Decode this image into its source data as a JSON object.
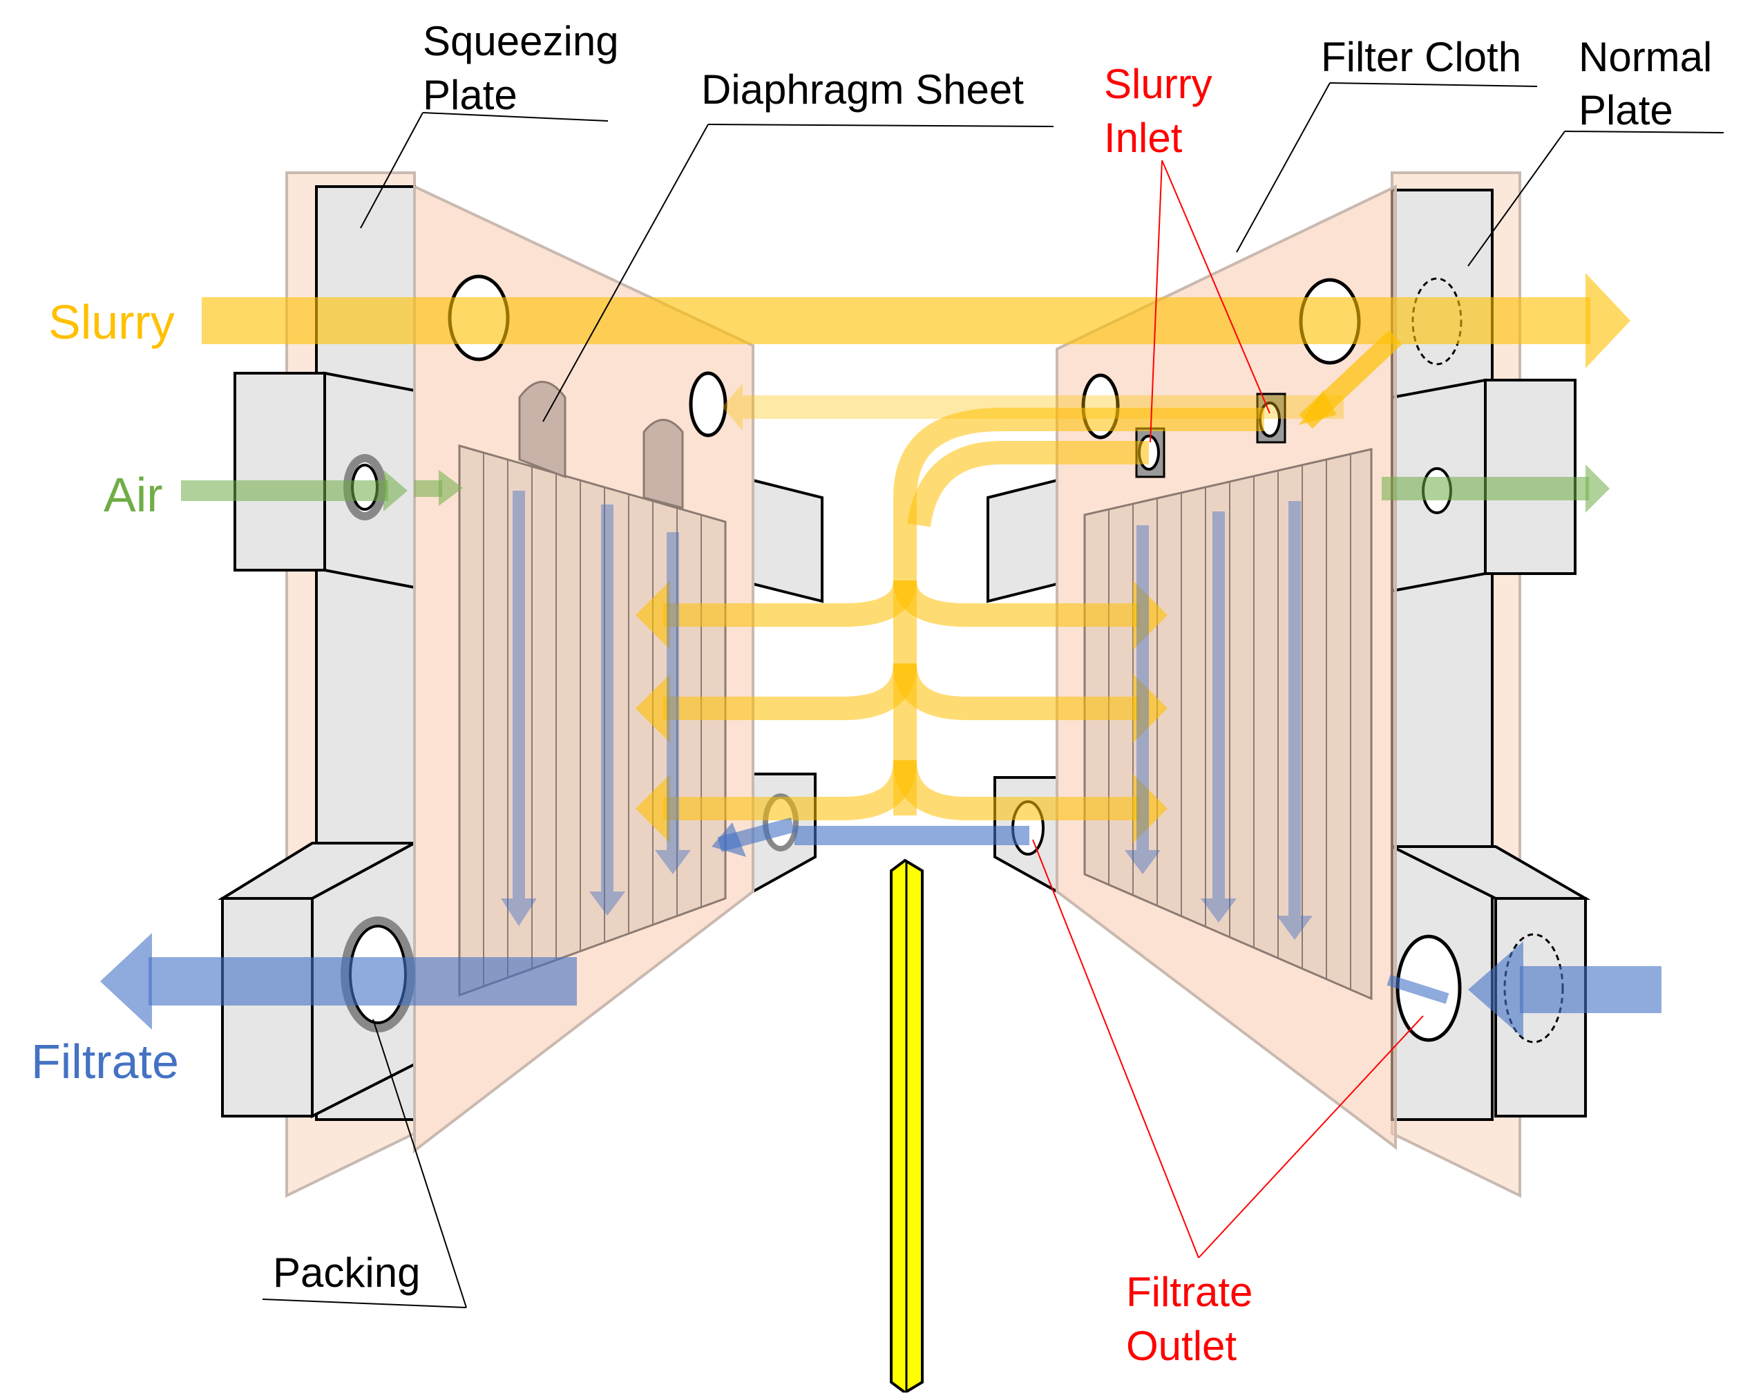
{
  "labels": {
    "squeezing_plate": [
      "Squeezing",
      "Plate"
    ],
    "diaphragm_sheet": "Diaphragm Sheet",
    "slurry_inlet": [
      "Slurry",
      "Inlet"
    ],
    "filter_cloth": "Filter Cloth",
    "normal_plate": [
      "Normal",
      "Plate"
    ],
    "slurry": "Slurry",
    "air": "Air",
    "filtrate": "Filtrate",
    "packing": "Packing",
    "filtrate_outlet": [
      "Filtrate",
      "Outlet"
    ]
  },
  "colors": {
    "slurry": "#FFC000",
    "air": "#70AD47",
    "filtrate": "#4472C4",
    "red_label": "#FF0000",
    "plate_fill": "#F8CBAD",
    "frame_fill": "#E6E6E6",
    "center_bar": "#FFFF00"
  }
}
